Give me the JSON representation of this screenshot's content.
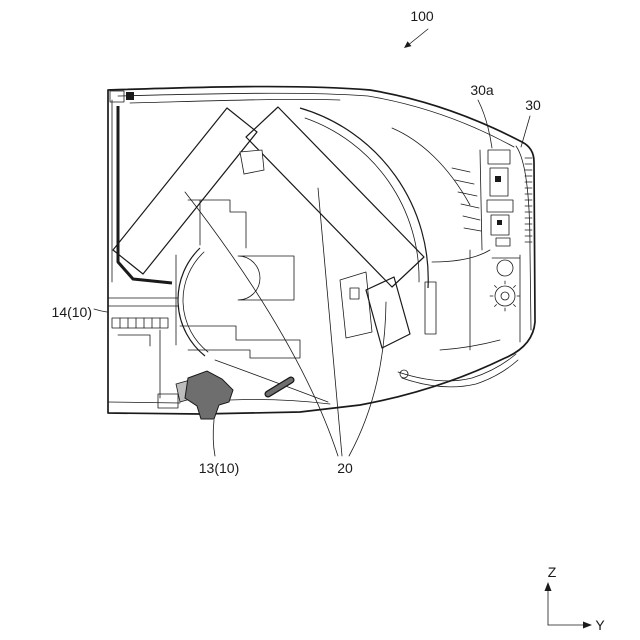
{
  "figure": {
    "reference_100": "100",
    "reference_30a": "30a",
    "reference_30": "30",
    "reference_14": "14(10)",
    "reference_13": "13(10)",
    "reference_20": "20"
  },
  "axes": {
    "z": "Z",
    "y": "Y"
  },
  "colors": {
    "ink": "#1a1a1a",
    "mechanism": "#6e6e6e",
    "paper": "#ffffff"
  }
}
